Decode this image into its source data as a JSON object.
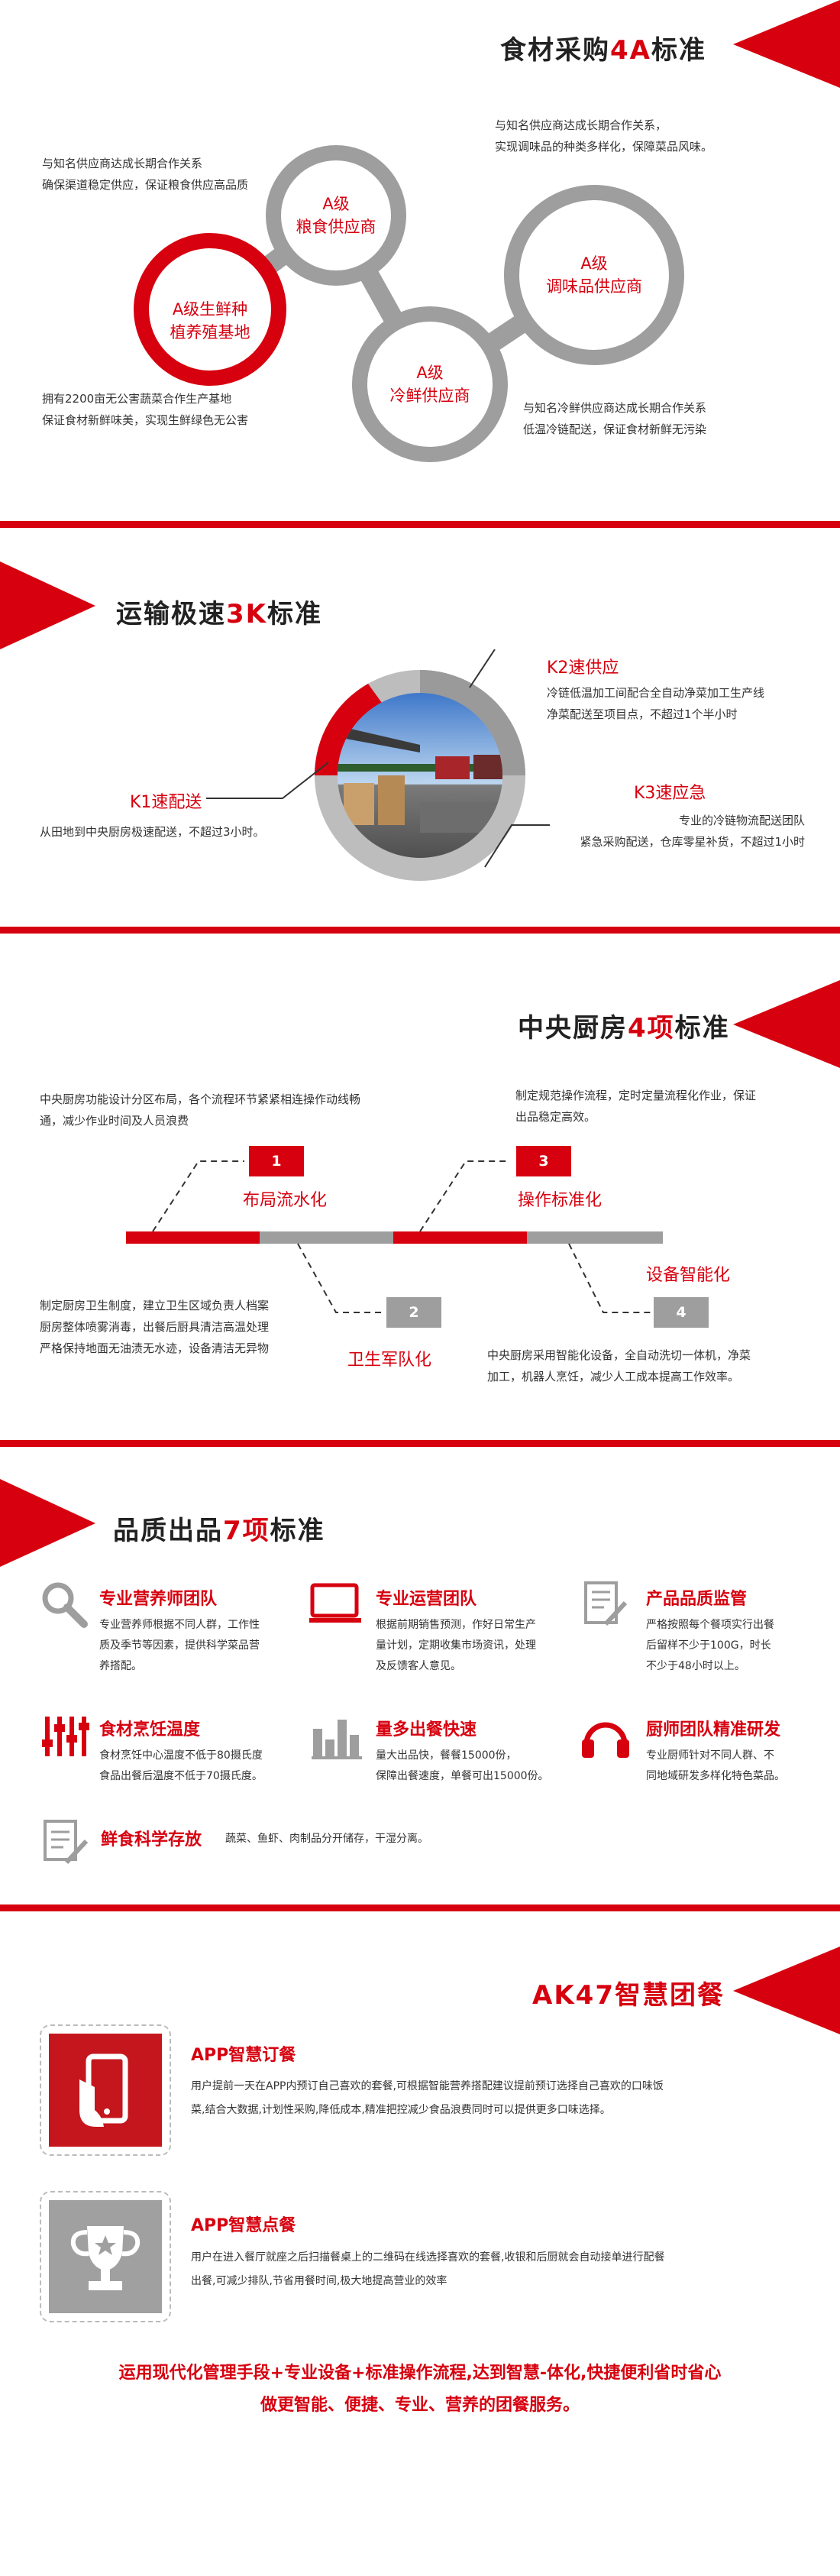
{
  "s1": {
    "title_pre": "食材采购",
    "title_hl": "4A",
    "title_post": "标准",
    "circles": {
      "a1": [
        "A级生鲜种",
        "植养殖基地"
      ],
      "a2": [
        "A级",
        "粮食供应商"
      ],
      "a3": [
        "A级",
        "冷鲜供应商"
      ],
      "a4": [
        "A级",
        "调味品供应商"
      ]
    },
    "desc_a2": [
      "与知名供应商达成长期合作关系",
      "确保渠道稳定供应，保证粮食供应高品质"
    ],
    "desc_a4": [
      "与知名供应商达成长期合作关系，",
      "实现调味品的种类多样化，保障菜品风味。"
    ],
    "desc_a1": [
      "拥有2200亩无公害蔬菜合作生产基地",
      "保证食材新鲜味美，实现生鲜绿色无公害"
    ],
    "desc_a3": [
      "与知名冷鲜供应商达成长期合作关系",
      "低温冷链配送，保证食材新鲜无污染"
    ]
  },
  "s2": {
    "title_pre": "运输极速",
    "title_hl": "3K",
    "title_post": "标准",
    "k1_title": "K1速配送",
    "k1_desc": "从田地到中央厨房极速配送，不超过3小时。",
    "k2_title": "K2速供应",
    "k2_desc": [
      "冷链低温加工间配合全自动净菜加工生产线",
      "净菜配送至项目点，不超过1个半小时"
    ],
    "k3_title": "K3速应急",
    "k3_desc": [
      "专业的冷链物流配送团队",
      "紧急采购配送，仓库零星补货，不超过1小时"
    ]
  },
  "s3": {
    "title_pre": "中央厨房",
    "title_hl": "4项",
    "title_post": "标准",
    "i1_num": "1",
    "i1_title": "布局流水化",
    "i1_desc": [
      "中央厨房功能设计分区布局，各个流程环节紧紧相连操作动线畅",
      "通，减少作业时间及人员浪费"
    ],
    "i2_num": "2",
    "i2_title": "卫生军队化",
    "i2_desc": [
      "制定厨房卫生制度，建立卫生区域负责人档案",
      "厨房整体喷雾消毒，出餐后厨具清洁高温处理",
      "严格保持地面无油渍无水迹，设备清洁无异物"
    ],
    "i3_num": "3",
    "i3_title": "操作标准化",
    "i3_desc": [
      "制定规范操作流程，定时定量流程化作业，保证",
      "出品稳定高效。"
    ],
    "i4_num": "4",
    "i4_title": "设备智能化",
    "i4_desc": [
      "中央厨房采用智能化设备，全自动洗切一体机，净菜",
      "加工，机器人烹饪，减少人工成本提高工作效率。"
    ]
  },
  "s4": {
    "title_pre": "品质出品",
    "title_hl": "7项",
    "title_post": "标准",
    "f1_title": "专业营养师团队",
    "f1_desc": [
      "专业营养师根据不同人群，工作性",
      "质及季节等因素，提供科学菜品营",
      "养搭配。"
    ],
    "f2_title": "专业运营团队",
    "f2_desc": [
      "根据前期销售预测，作好日常生产",
      "量计划，定期收集市场资讯，处理",
      "及反馈客人意见。"
    ],
    "f3_title": "产品品质监管",
    "f3_desc": [
      "严格按照每个餐项实行出餐",
      "后留样不少于100G，时长",
      "不少于48小时以上。"
    ],
    "f4_title": "食材烹饪温度",
    "f4_desc": [
      "食材烹饪中心温度不低于80摄氏度",
      "食品出餐后温度不低于70摄氏度。"
    ],
    "f5_title": "量多出餐快速",
    "f5_desc": [
      "量大出品快，餐餐15000份，",
      "保障出餐速度，单餐可出15000份。"
    ],
    "f6_title": "厨师团队精准研发",
    "f6_desc": [
      "专业厨师针对不同人群、不",
      "同地域研发多样化特色菜品。"
    ],
    "f7_title": "鲜食科学存放",
    "f7_desc": "蔬菜、鱼虾、肉制品分开储存，干湿分离。"
  },
  "s5": {
    "title": "AK47智慧团餐",
    "app1_title": "APP智慧订餐",
    "app1_desc": [
      "用户提前一天在APP内预订自己喜欢的套餐,可根据智能营养搭配建议提前预订选择自己喜欢的口味饭",
      "菜,结合大数据,计划性采购,降低成本,精准把控减少食品浪费同时可以提供更多口味选择。"
    ],
    "app2_title": "APP智慧点餐",
    "app2_desc": [
      "用户在进入餐厅就座之后扫描餐桌上的二维码在线选择喜欢的套餐,收银和后厨就会自动接单进行配餐",
      "出餐,可减少排队,节省用餐时间,极大地提高营业的效率"
    ],
    "slogan": [
      "运用现代化管理手段+专业设备+标准操作流程,达到智慧-体化,快捷便利省时省心",
      "做更智能、便捷、专业、营养的团餐服务。"
    ]
  },
  "colors": {
    "accent": "#d7000f",
    "ring": "#9e9e9e",
    "dark": "#222222"
  }
}
